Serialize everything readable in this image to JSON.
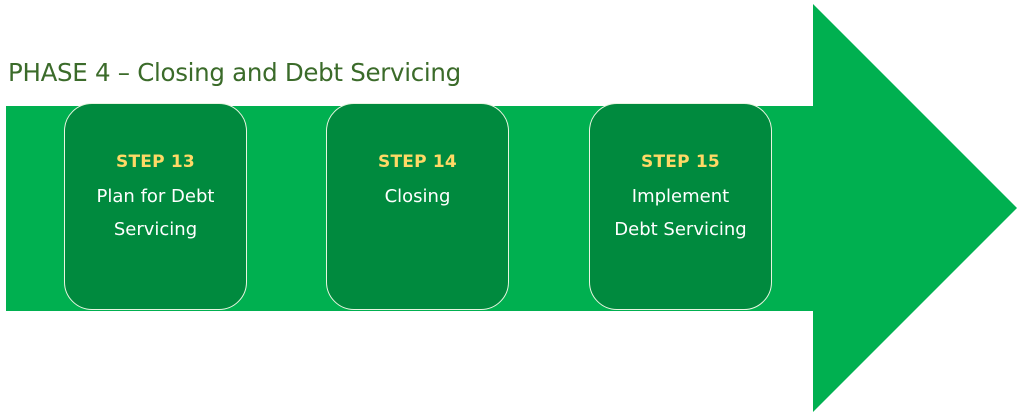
{
  "colors": {
    "arrow": "#00b050",
    "box": "#008a3e",
    "box_border": "#e8f5e0",
    "title": "#3b6b2a",
    "step_label": "#ffd966",
    "step_text": "#ffffff"
  },
  "diagram": {
    "title": "PHASE 4 – Closing and Debt Servicing",
    "steps": [
      {
        "label": "STEP 13",
        "text": "Plan for Debt\nServicing"
      },
      {
        "label": "STEP 14",
        "text": "Closing"
      },
      {
        "label": "STEP 15",
        "text": "Implement\nDebt Servicing"
      }
    ]
  }
}
